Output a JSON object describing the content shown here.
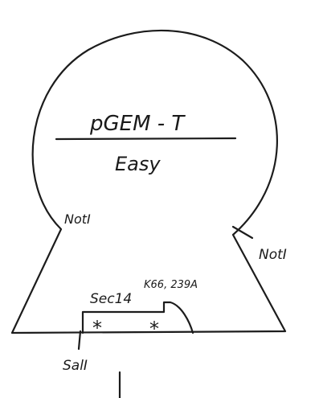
{
  "plasmid": {
    "name_line1": "pGEM - T",
    "name_line2": "Easy"
  },
  "sites": {
    "not_left": "NotI",
    "not_right": "NotI",
    "sal": "SalI"
  },
  "insert": {
    "gene": "Sec14",
    "mutations": "K66, 239A",
    "marks": [
      "*",
      "*"
    ]
  }
}
